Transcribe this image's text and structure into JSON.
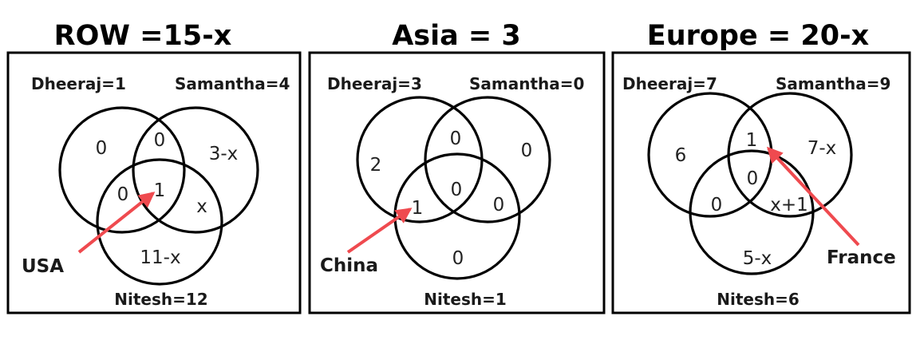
{
  "colors": {
    "ink": "#000000",
    "arrow": "#ef4a4f",
    "background": "#ffffff"
  },
  "panels": [
    {
      "title": "ROW =15-x",
      "sets": {
        "dheeraj": "Dheeraj=1",
        "samantha": "Samantha=4",
        "nitesh": "Nitesh=12"
      },
      "regions": {
        "d_only": "0",
        "d_s": "0",
        "s_only": "3-x",
        "d_n": "0",
        "center": "1",
        "s_n": "x",
        "n_only": "11-x"
      },
      "callout": {
        "label": "USA",
        "points_to": "center"
      }
    },
    {
      "title": "Asia = 3",
      "sets": {
        "dheeraj": "Dheeraj=3",
        "samantha": "Samantha=0",
        "nitesh": "Nitesh=1"
      },
      "regions": {
        "d_only": "2",
        "d_s": "0",
        "s_only": "0",
        "d_n": "1",
        "center": "0",
        "s_n": "0",
        "n_only": "0"
      },
      "callout": {
        "label": "China",
        "points_to": "d_n"
      }
    },
    {
      "title": "Europe = 20-x",
      "sets": {
        "dheeraj": "Dheeraj=7",
        "samantha": "Samantha=9",
        "nitesh": "Nitesh=6"
      },
      "regions": {
        "d_only": "6",
        "d_s": "1",
        "s_only": "7-x",
        "d_n": "0",
        "center": "0",
        "s_n": "x+1",
        "n_only": "5-x"
      },
      "callout": {
        "label": "France",
        "points_to": "d_s"
      }
    }
  ]
}
